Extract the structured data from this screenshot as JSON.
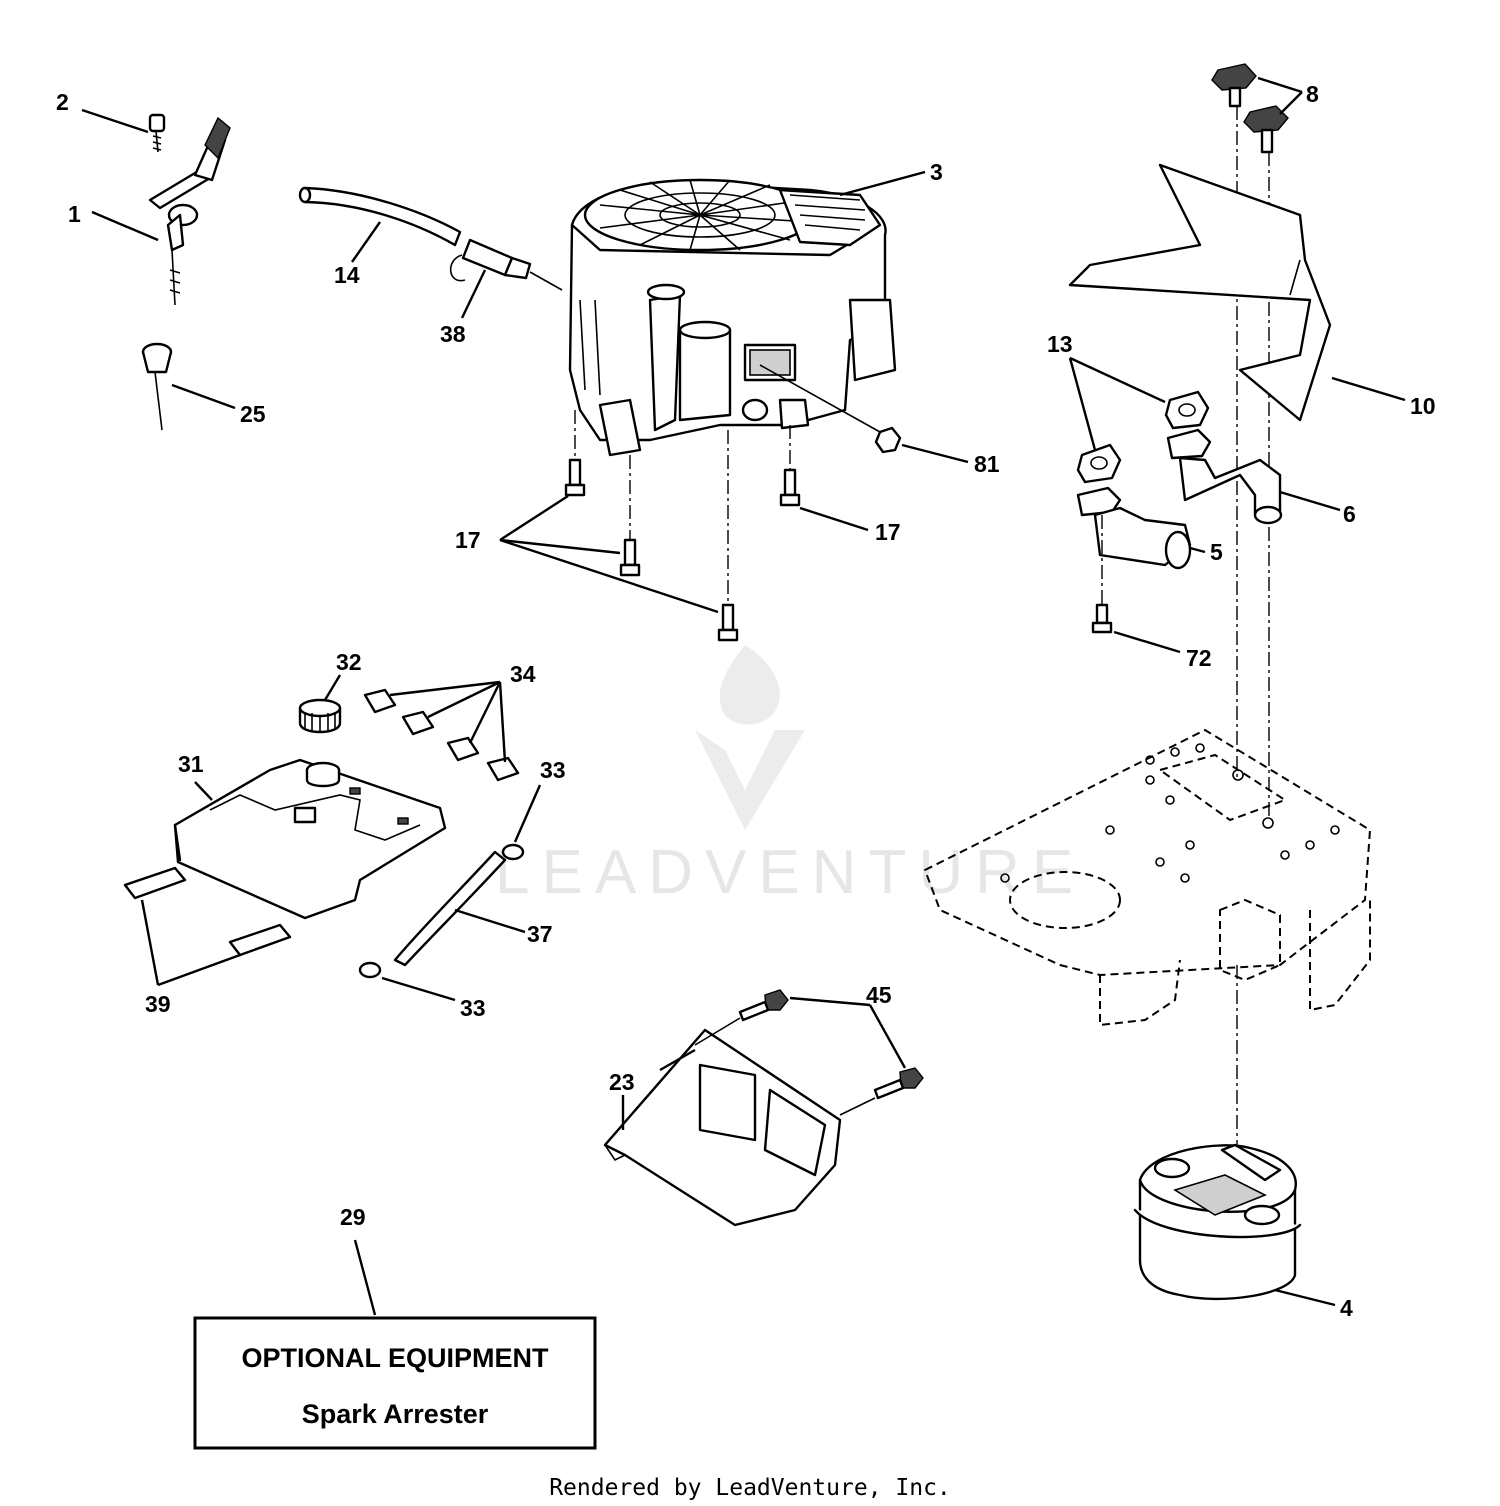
{
  "diagram": {
    "callouts": [
      "1",
      "2",
      "3",
      "4",
      "5",
      "6",
      "8",
      "10",
      "13",
      "14",
      "17",
      "17",
      "23",
      "25",
      "29",
      "31",
      "32",
      "33",
      "33",
      "34",
      "37",
      "38",
      "39",
      "45",
      "72",
      "81"
    ],
    "optional_box": {
      "title": "OPTIONAL EQUIPMENT",
      "subtitle": "Spark Arrester"
    },
    "watermark": "LEADVENTURE",
    "footer": "Rendered by LeadVenture, Inc."
  },
  "colors": {
    "line": "#000000",
    "background": "#ffffff",
    "watermark": "#e6e6e6"
  }
}
